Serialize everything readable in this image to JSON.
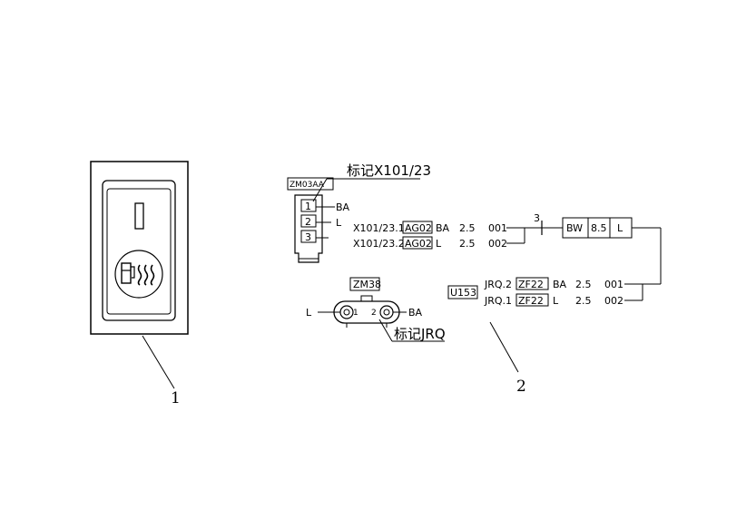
{
  "callouts": {
    "switch": "1",
    "wiring": "2"
  },
  "connector_zm03aa": {
    "name": "ZM03AA",
    "marker": "标记X101/23",
    "pins": [
      "1",
      "2",
      "3"
    ],
    "pin_colors": [
      "BA",
      "L"
    ]
  },
  "wires_x101": [
    {
      "label": "X101/23.1",
      "code": "AG02",
      "color": "BA",
      "gauge": "2.5",
      "id": "001"
    },
    {
      "label": "X101/23.2",
      "code": "AG02",
      "color": "L",
      "gauge": "2.5",
      "id": "002"
    }
  ],
  "splice": {
    "number": "3",
    "cells": [
      "BW",
      "8.5",
      "L"
    ]
  },
  "connector_zm38": {
    "name": "ZM38",
    "marker": "标记JRQ",
    "left_color": "L",
    "right_color": "BA",
    "pin_left": "1",
    "pin_right": "2"
  },
  "connector_u153": {
    "name": "U153"
  },
  "wires_jrq": [
    {
      "label": "JRQ.2",
      "code": "ZF22",
      "color": "BA",
      "gauge": "2.5",
      "id": "001"
    },
    {
      "label": "JRQ.1",
      "code": "ZF22",
      "color": "L",
      "gauge": "2.5",
      "id": "002"
    }
  ]
}
